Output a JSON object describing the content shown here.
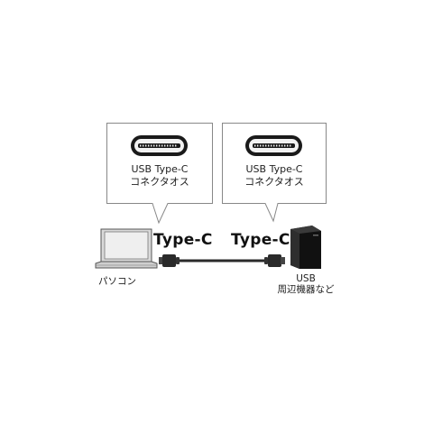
{
  "connectors": [
    {
      "line1": "USB Type-C",
      "line2": "コネクタオス"
    },
    {
      "line1": "USB Type-C",
      "line2": "コネクタオス"
    }
  ],
  "cable": {
    "left_label": "Type-C",
    "right_label": "Type-C"
  },
  "pc": {
    "label": "パソコン"
  },
  "device": {
    "line1": "USB",
    "line2": "周辺機器など"
  }
}
